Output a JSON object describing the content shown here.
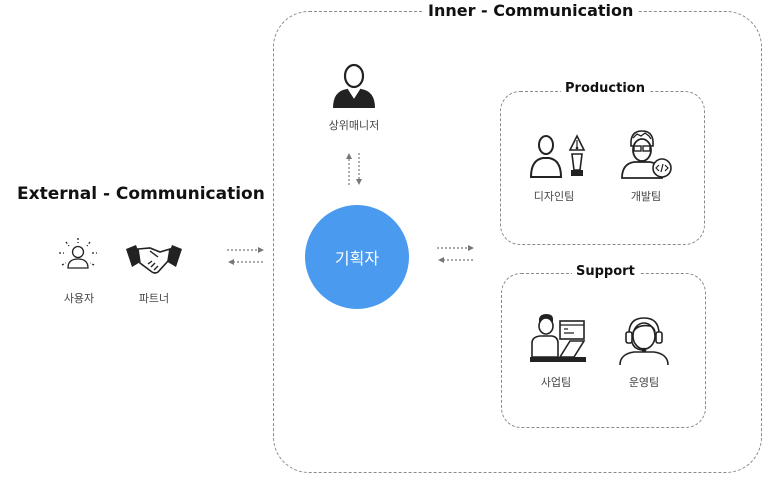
{
  "external": {
    "title": "External - Communication",
    "user_label": "사용자",
    "partner_label": "파트너"
  },
  "inner": {
    "title": "Inner - Communication",
    "manager_label": "상위매니저",
    "planner_label": "기획자"
  },
  "production": {
    "title": "Production",
    "design_label": "디자인팀",
    "dev_label": "개발팀"
  },
  "support": {
    "title": "Support",
    "business_label": "사업팀",
    "ops_label": "운영팀"
  },
  "colors": {
    "planner_circle": "#4a9af0",
    "dash": "#8a8a8a",
    "icon": "#222222"
  },
  "icons": [
    "user-sparkle-icon",
    "handshake-icon",
    "manager-person-icon",
    "designer-pen-icon",
    "developer-code-icon",
    "business-laptop-icon",
    "operator-headset-icon"
  ]
}
